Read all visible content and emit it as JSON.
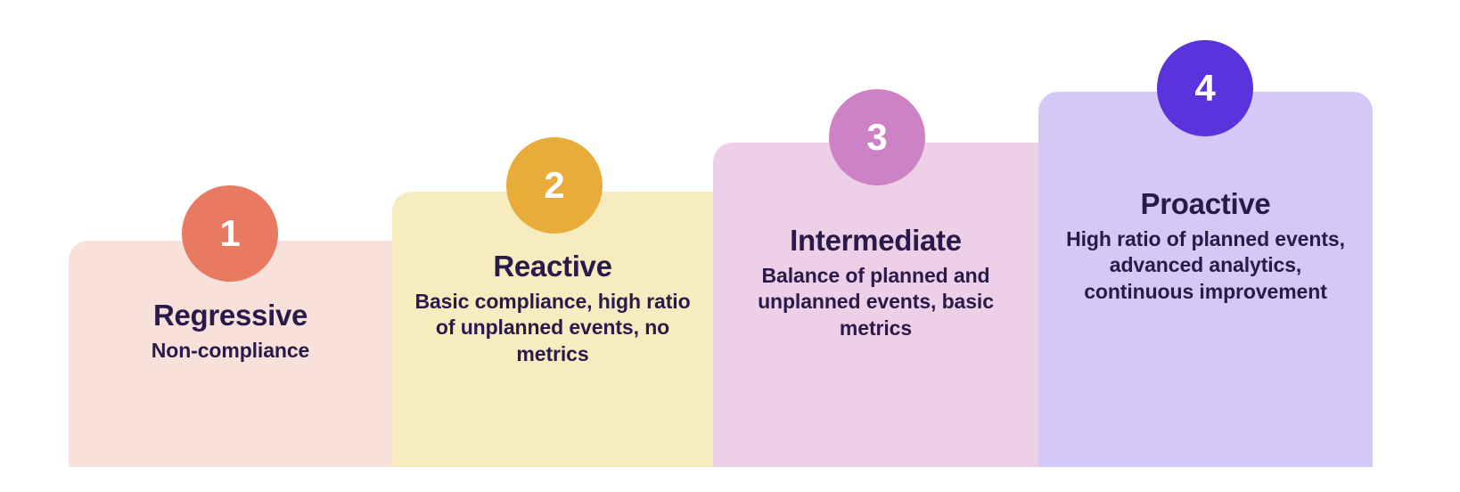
{
  "diagram": {
    "type": "maturity-staircase",
    "background_color": "#ffffff",
    "text_color": "#2a1a4a",
    "steps": [
      {
        "number": "1",
        "title": "Regressive",
        "description": "Non-compliance",
        "bar_color": "#f8e0db",
        "badge_color": "#e87a62"
      },
      {
        "number": "2",
        "title": "Reactive",
        "description": "Basic compliance, high ratio of unplanned events, no metrics",
        "bar_color": "#f7ecc0",
        "badge_color": "#e9ab3a"
      },
      {
        "number": "3",
        "title": "Intermediate",
        "description": "Balance of planned and unplanned events, basic metrics",
        "bar_color": "#eecfe8",
        "badge_color": "#cc82c4"
      },
      {
        "number": "4",
        "title": "Proactive",
        "description": "High ratio of planned events, advanced analytics, continuous improvement",
        "bar_color": "#d3c8f7",
        "badge_color": "#5b33dd"
      }
    ]
  }
}
